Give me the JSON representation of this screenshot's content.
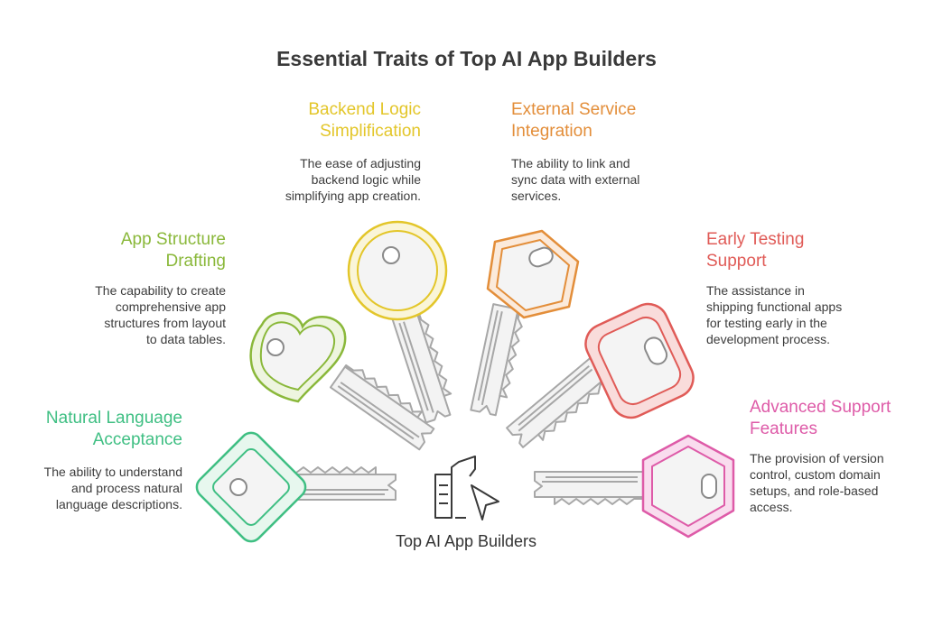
{
  "title": "Essential Traits of Top AI App Builders",
  "center_label": "Top AI App Builders",
  "colors": {
    "green": "#3fbf83",
    "lime": "#8ab83a",
    "yellow": "#e3c62a",
    "orange": "#e38e3a",
    "red": "#e05b57",
    "pink": "#de5ba8",
    "key_blade": "#a7a7a7",
    "icon": "#3a3a3a"
  },
  "traits": {
    "natural_language": {
      "title_line1": "Natural Language",
      "title_line2": "Acceptance",
      "desc_line1": "The ability to understand",
      "desc_line2": "and process natural",
      "desc_line3": "language descriptions."
    },
    "app_structure": {
      "title_line1": "App Structure",
      "title_line2": "Drafting",
      "desc_line1": "The capability to create",
      "desc_line2": "comprehensive app",
      "desc_line3": "structures from layout",
      "desc_line4": "to data tables."
    },
    "backend_logic": {
      "title_line1": "Backend Logic",
      "title_line2": "Simplification",
      "desc_line1": "The ease of adjusting",
      "desc_line2": "backend logic while",
      "desc_line3": "simplifying app creation."
    },
    "external_service": {
      "title_line1": "External Service",
      "title_line2": "Integration",
      "desc_line1": "The ability to link and",
      "desc_line2": "sync data with external",
      "desc_line3": "services."
    },
    "early_testing": {
      "title_line1": "Early Testing",
      "title_line2": "Support",
      "desc_line1": "The assistance in",
      "desc_line2": "shipping functional apps",
      "desc_line3": "for testing early in the",
      "desc_line4": "development process."
    },
    "advanced_support": {
      "title_line1": "Advanced Support",
      "title_line2": "Features",
      "desc_line1": "The provision of version",
      "desc_line2": "control, custom domain",
      "desc_line3": "setups, and role-based",
      "desc_line4": "access."
    }
  }
}
